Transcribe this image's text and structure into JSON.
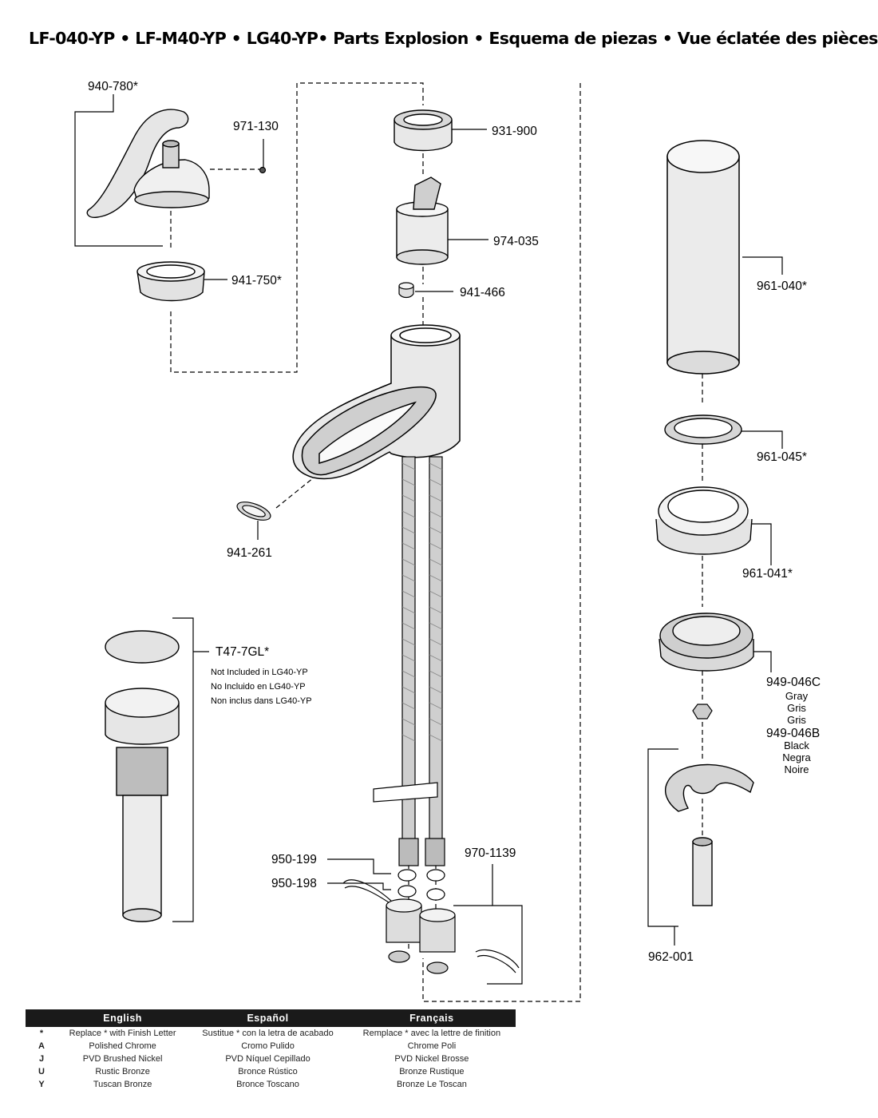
{
  "title": "LF-040-YP  •  LF-M40-YP  • LG40-YP• Parts Explosion  •  Esquema de piezas  •  Vue éclatée des pièces",
  "parts": {
    "p940_780": "940-780*",
    "p971_130": "971-130",
    "p941_750": "941-750*",
    "p931_900": "931-900",
    "p974_035": "974-035",
    "p941_466": "941-466",
    "p961_040": "961-040*",
    "p961_045": "961-045*",
    "p961_041": "961-041*",
    "p941_261": "941-261",
    "pT47_7GL": "T47-7GL*",
    "p949_046C": "949-046C",
    "p949_046B": "949-046B",
    "p950_199": "950-199",
    "p950_198": "950-198",
    "p970_1139": "970-1139",
    "p962_001": "962-001"
  },
  "notes": {
    "t47_line1": "Not Included in LG40-YP",
    "t47_line2": "No Incluido en LG40-YP",
    "t47_line3": "Non inclus dans LG40-YP",
    "gray": [
      "Gray",
      "Gris",
      "Gris"
    ],
    "black": [
      "Black",
      "Negra",
      "Noire"
    ]
  },
  "legend": {
    "headers": [
      "English",
      "Español",
      "Français"
    ],
    "rows": [
      {
        "code": "*",
        "en": "Replace * with Finish Letter",
        "es": "Sustitue * con la letra de acabado",
        "fr": "Remplace * avec la lettre de finition"
      },
      {
        "code": "A",
        "en": "Polished Chrome",
        "es": "Cromo Pulido",
        "fr": "Chrome Poli"
      },
      {
        "code": "J",
        "en": "PVD Brushed Nickel",
        "es": "PVD Níquel Cepillado",
        "fr": "PVD Nickel Brosse"
      },
      {
        "code": "U",
        "en": "Rustic Bronze",
        "es": "Bronce Rústico",
        "fr": "Bronze Rustique"
      },
      {
        "code": "Y",
        "en": "Tuscan Bronze",
        "es": "Bronce Toscano",
        "fr": "Bronze Le Toscan"
      }
    ]
  }
}
